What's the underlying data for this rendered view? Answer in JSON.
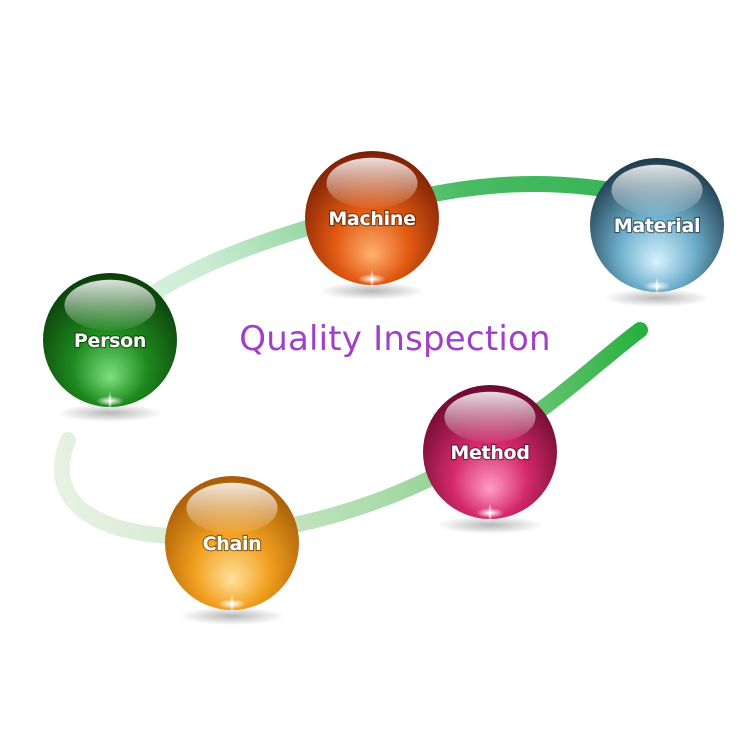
{
  "title": {
    "text": "Quality Inspection",
    "color": "#a040c8"
  },
  "path_color": "#35b352",
  "nodes": [
    {
      "id": "person",
      "label": "Person",
      "color": "#1e8a1e",
      "dark": "#0b3d0b",
      "light": "#7ee07e"
    },
    {
      "id": "machine",
      "label": "Machine",
      "color": "#e25a12",
      "dark": "#7a1f05",
      "light": "#ffb070"
    },
    {
      "id": "material",
      "label": "Material",
      "color": "#6fb0cc",
      "dark": "#1e3a4a",
      "light": "#d8f2ff"
    },
    {
      "id": "method",
      "label": "Method",
      "color": "#d42a6a",
      "dark": "#6a0a2e",
      "light": "#ff9cc4"
    },
    {
      "id": "chain",
      "label": "Chain",
      "color": "#f2a020",
      "dark": "#a55a05",
      "light": "#ffe19a"
    }
  ]
}
